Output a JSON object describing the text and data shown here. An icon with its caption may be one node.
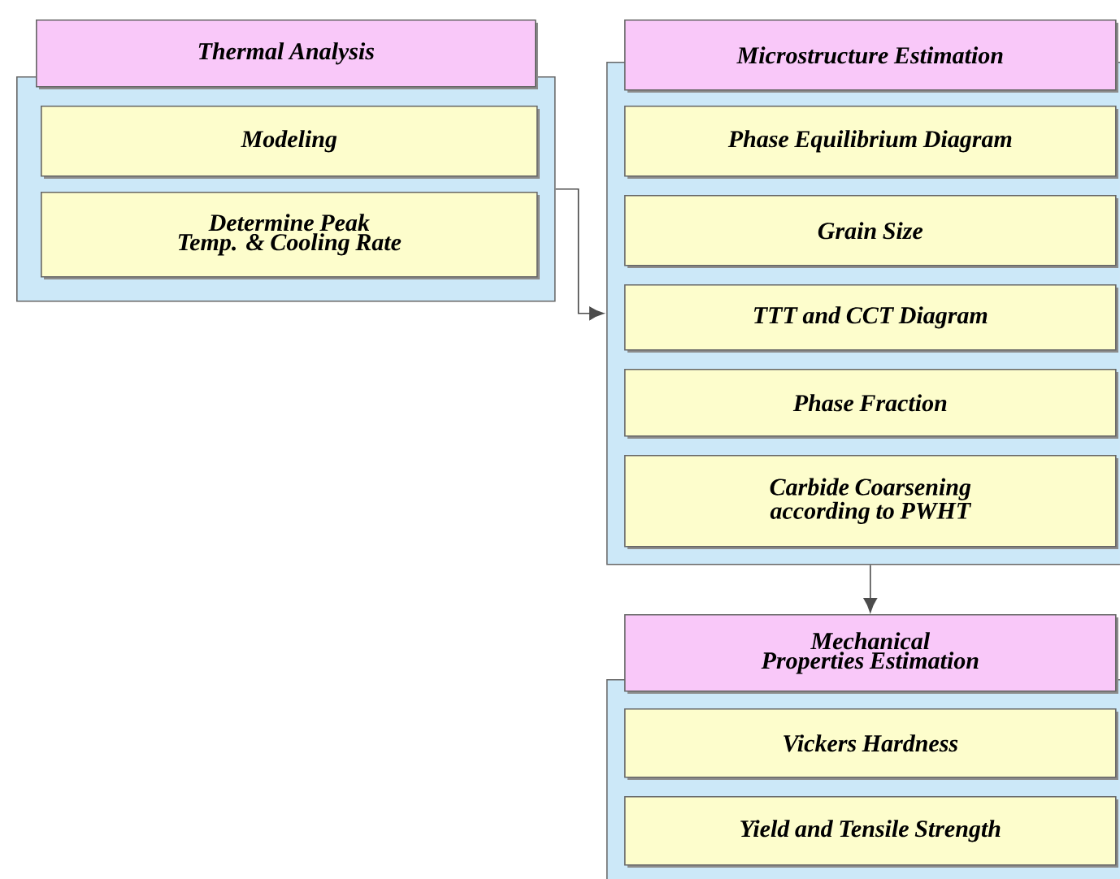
{
  "diagram": {
    "nodes": [
      {
        "text": [
          "Thermal Analysis"
        ]
      },
      {
        "text": [],
        "shape": "box"
      },
      {
        "text": [
          "Modeling"
        ],
        "in": 1
      },
      {
        "text": [
          "Determine Peak Temp. & Cooling Rate"
        ],
        "in": 1
      },
      {
        "text": [
          "Microstructure Estimation"
        ]
      },
      {
        "text": [],
        "shape": "box"
      },
      {
        "text": [
          "Phase Equilibrium Diagram"
        ],
        "in": 5
      },
      {
        "text": [
          "Grain Size"
        ],
        "in": 5
      },
      {
        "text": [
          "TTT and CCT Diagram"
        ],
        "in": 5
      },
      {
        "text": [
          "Phase Fraction"
        ],
        "in": 5
      },
      {
        "text": [
          "Carbide Coarsening according to PWHT"
        ],
        "in": 5
      },
      {
        "text": [
          "Mechanical Properties Estimation"
        ]
      },
      {
        "text": [],
        "shape": "box"
      },
      {
        "text": [
          "Vickers Hardness"
        ],
        "in": 12
      },
      {
        "text": [
          "Yield and Tensile Strength"
        ],
        "in": 12
      }
    ],
    "edges": [
      {
        "from": 1,
        "to": 5,
        "arrow": "to"
      },
      {
        "from": 5,
        "to": 11,
        "arrow": "to"
      }
    ]
  }
}
